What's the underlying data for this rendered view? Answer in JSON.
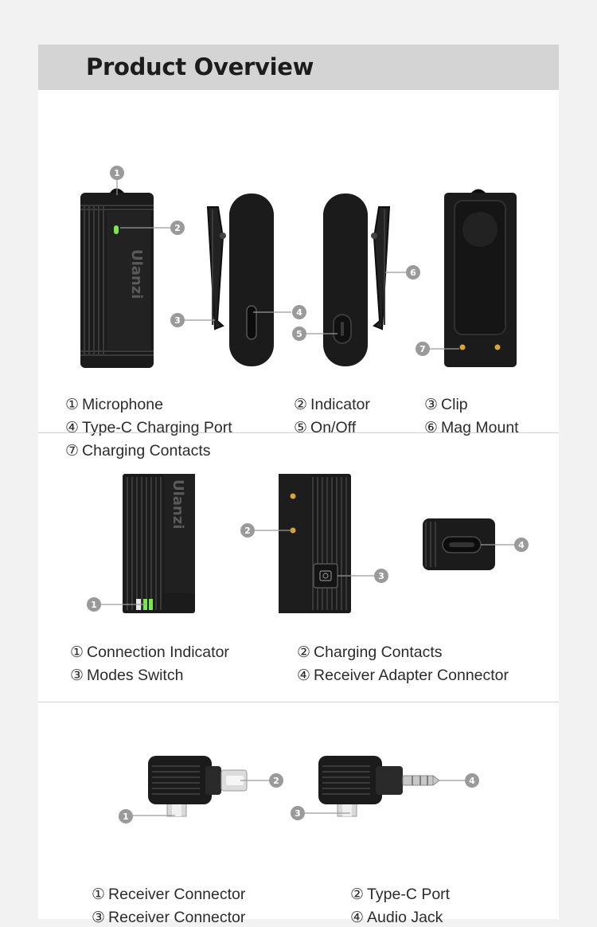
{
  "header": {
    "title": "Product Overview"
  },
  "brand": "Ulanzi",
  "section1": {
    "markers": [
      "1",
      "2",
      "3",
      "4",
      "5",
      "6",
      "7"
    ],
    "legend": [
      {
        "num": "①",
        "label": "Microphone"
      },
      {
        "num": "②",
        "label": "Indicator"
      },
      {
        "num": "③",
        "label": "Clip"
      },
      {
        "num": "④",
        "label": "Type-C Charging Port"
      },
      {
        "num": "⑤",
        "label": "On/Off"
      },
      {
        "num": "⑥",
        "label": "Mag Mount"
      },
      {
        "num": "⑦",
        "label": "Charging Contacts"
      }
    ]
  },
  "section2": {
    "markers": [
      "1",
      "2",
      "3",
      "4"
    ],
    "legend": [
      {
        "num": "①",
        "label": "Connection Indicator"
      },
      {
        "num": "②",
        "label": "Charging Contacts"
      },
      {
        "num": "③",
        "label": "Modes Switch"
      },
      {
        "num": "④",
        "label": "Receiver Adapter Connector"
      }
    ]
  },
  "section3": {
    "markers": [
      "1",
      "2",
      "3",
      "4"
    ],
    "legend": [
      {
        "num": "①",
        "label": "Receiver Connector"
      },
      {
        "num": "②",
        "label": "Type-C Port"
      },
      {
        "num": "③",
        "label": "Receiver Connector"
      },
      {
        "num": "④",
        "label": "Audio Jack"
      }
    ]
  },
  "colors": {
    "device": "#1b1b1b",
    "device_rib": "#333333",
    "led_green": "#7be84a",
    "marker": "#9a9a9a",
    "contact": "#d9a33a",
    "header_bg": "#d4d4d4"
  }
}
